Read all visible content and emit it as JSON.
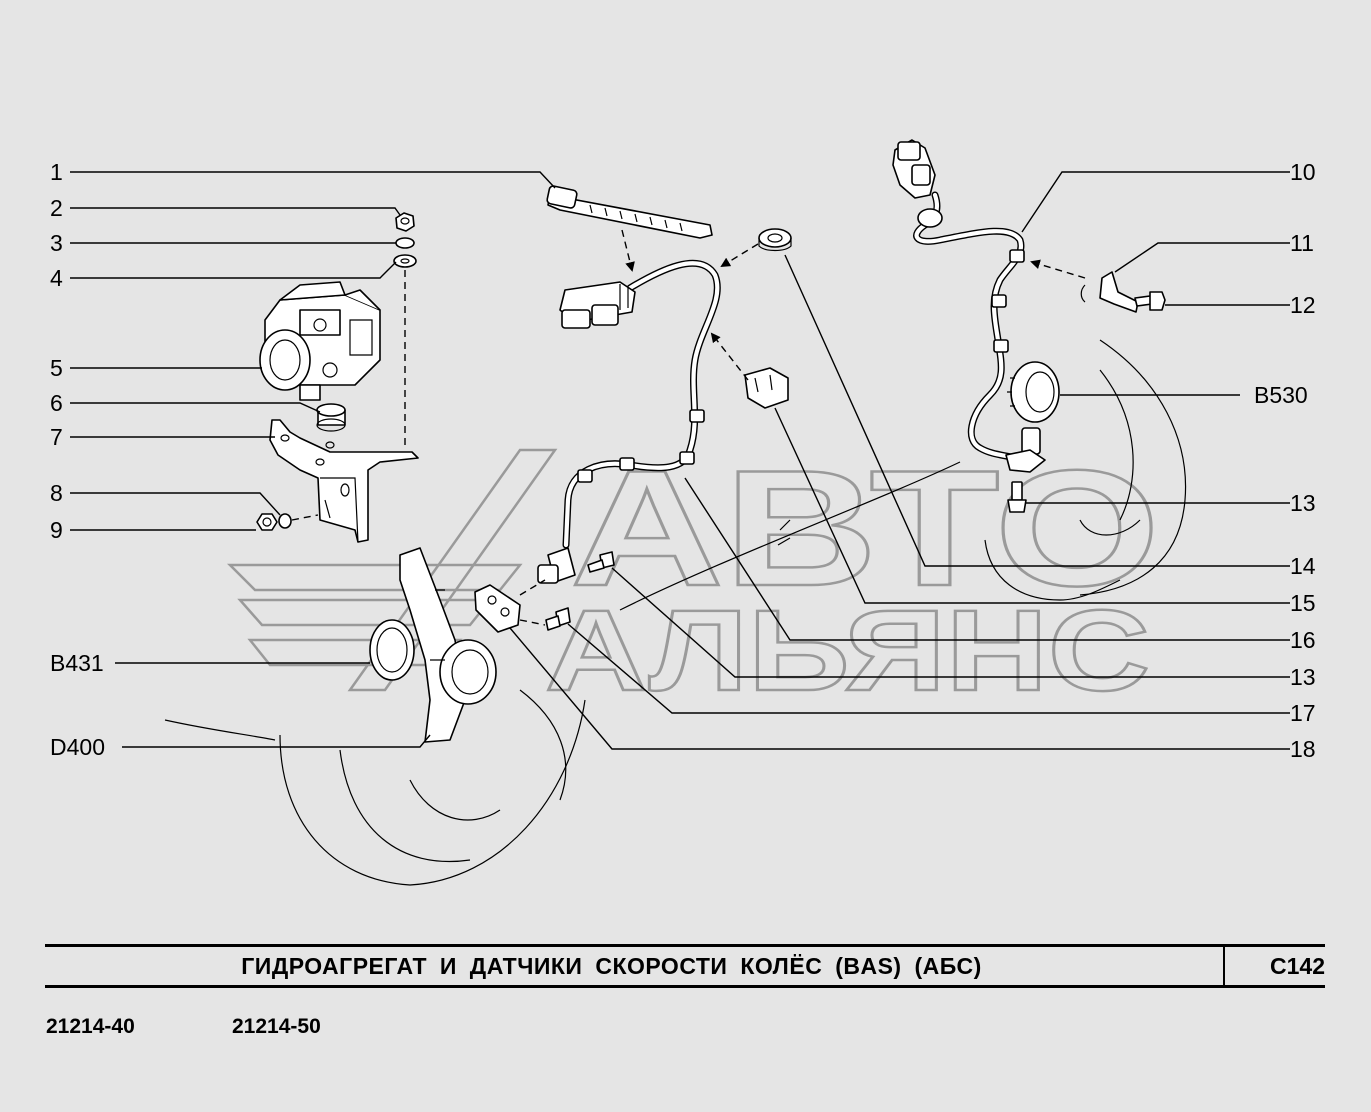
{
  "watermark": {
    "line1": "АВТО",
    "line2": "АЛЬЯНС"
  },
  "callouts": {
    "c1": "1",
    "c2": "2",
    "c3": "3",
    "c4": "4",
    "c5": "5",
    "c6": "6",
    "c7": "7",
    "c8": "8",
    "c9": "9",
    "cB431": "В431",
    "cD400": "D400",
    "c10": "10",
    "c11": "11",
    "c12": "12",
    "cB530": "В530",
    "c13a": "13",
    "c14": "14",
    "c15": "15",
    "c16": "16",
    "c13b": "13",
    "c17": "17",
    "c18": "18"
  },
  "title": "ГИДРОАГРЕГАТ И ДАТЧИКИ СКОРОСТИ КОЛЁС (BAS) (АБС)",
  "sheet_code": "C142",
  "models": [
    "21214-40",
    "21214-50"
  ]
}
